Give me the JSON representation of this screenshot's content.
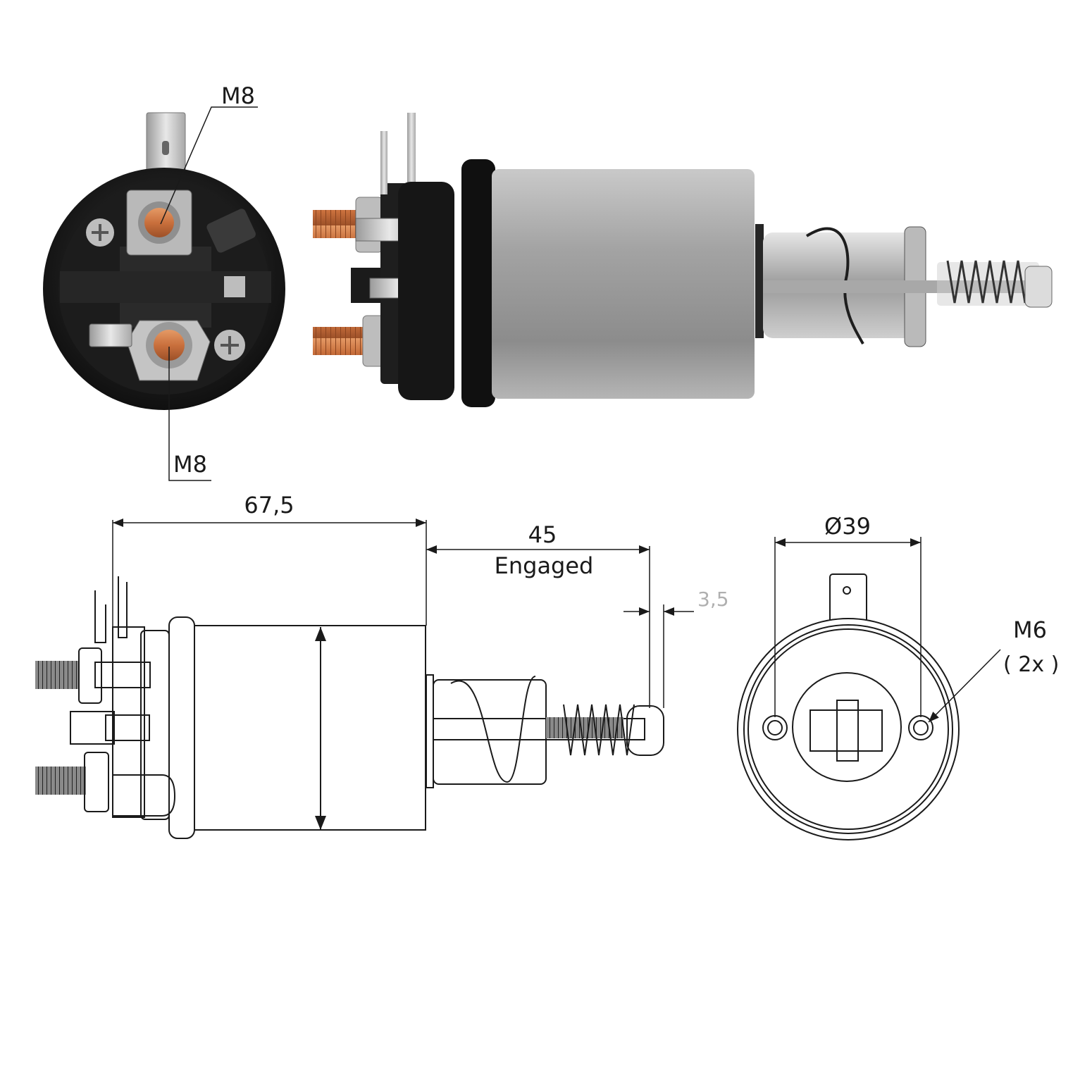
{
  "labels": {
    "top_stud": "M8",
    "bottom_stud": "M8",
    "length": "67,5",
    "stroke": "45",
    "stroke_note": "Engaged",
    "gap": "3,5",
    "diameter": "Ø39",
    "mount_thread": "M6",
    "mount_count": "( 2x )"
  },
  "colors": {
    "copper": "#c9703d",
    "housing": "#9a9a9a",
    "cap": "#141414",
    "line": "#1a1a1a"
  }
}
